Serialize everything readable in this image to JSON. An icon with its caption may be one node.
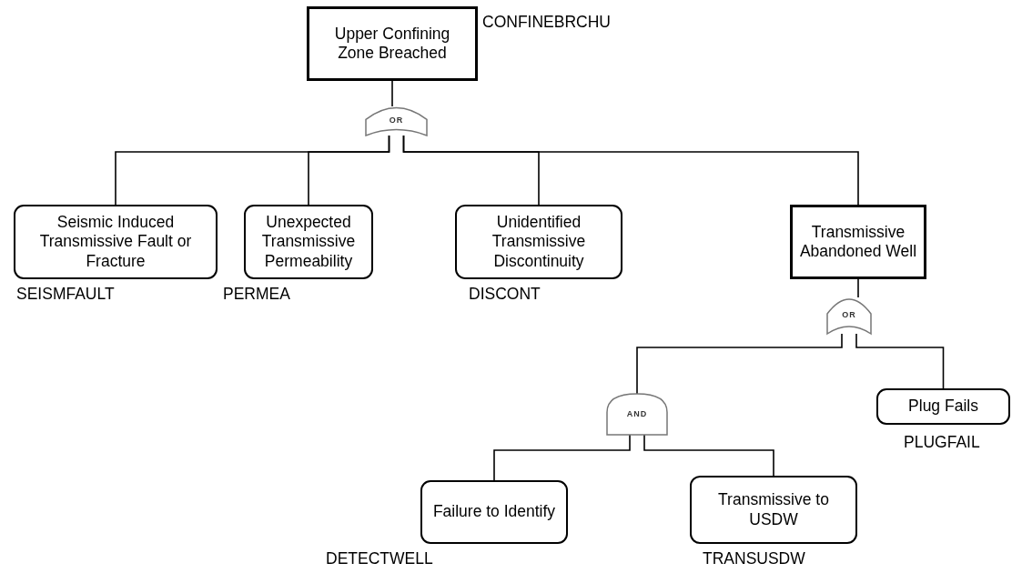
{
  "diagram": {
    "nodes": [
      {
        "text": [
          "Upper Confining Zone Breached"
        ],
        "beside": [
          "CONFINEBRCHU"
        ]
      },
      {
        "text": [
          "OR"
        ]
      },
      {
        "text": [
          "Seismic Induced Transmissive Fault or Fracture"
        ],
        "beside": [
          "SEISMFAULT"
        ]
      },
      {
        "text": [
          "Unexpected Transmissive Permeability"
        ],
        "beside": [
          "PERMEA"
        ]
      },
      {
        "text": [
          "Unidentified Transmissive Discontinuity"
        ],
        "beside": [
          "DISCONT"
        ]
      },
      {
        "text": [
          "Transmissive Abandoned Well"
        ]
      },
      {
        "text": [
          "OR"
        ]
      },
      {
        "text": [
          "AND"
        ]
      },
      {
        "text": [
          "Plug Fails"
        ],
        "beside": [
          "PLUGFAIL"
        ]
      },
      {
        "text": [
          "Failure to Identify"
        ],
        "beside": [
          "DETECTWELL"
        ]
      },
      {
        "text": [
          "Transmissive to USDW"
        ],
        "beside": [
          "TRANSUSDW"
        ]
      }
    ],
    "edges": [
      {
        "from": 0,
        "to": 1,
        "arrow": "none"
      },
      {
        "from": 1,
        "to": 2,
        "arrow": "none"
      },
      {
        "from": 1,
        "to": 3,
        "arrow": "none"
      },
      {
        "from": 1,
        "to": 4,
        "arrow": "none"
      },
      {
        "from": 1,
        "to": 5,
        "arrow": "none"
      },
      {
        "from": 5,
        "to": 6,
        "arrow": "none"
      },
      {
        "from": 6,
        "to": 7,
        "arrow": "none"
      },
      {
        "from": 6,
        "to": 8,
        "arrow": "none"
      },
      {
        "from": 7,
        "to": 9,
        "arrow": "none"
      },
      {
        "from": 7,
        "to": 10,
        "arrow": "none"
      }
    ]
  }
}
